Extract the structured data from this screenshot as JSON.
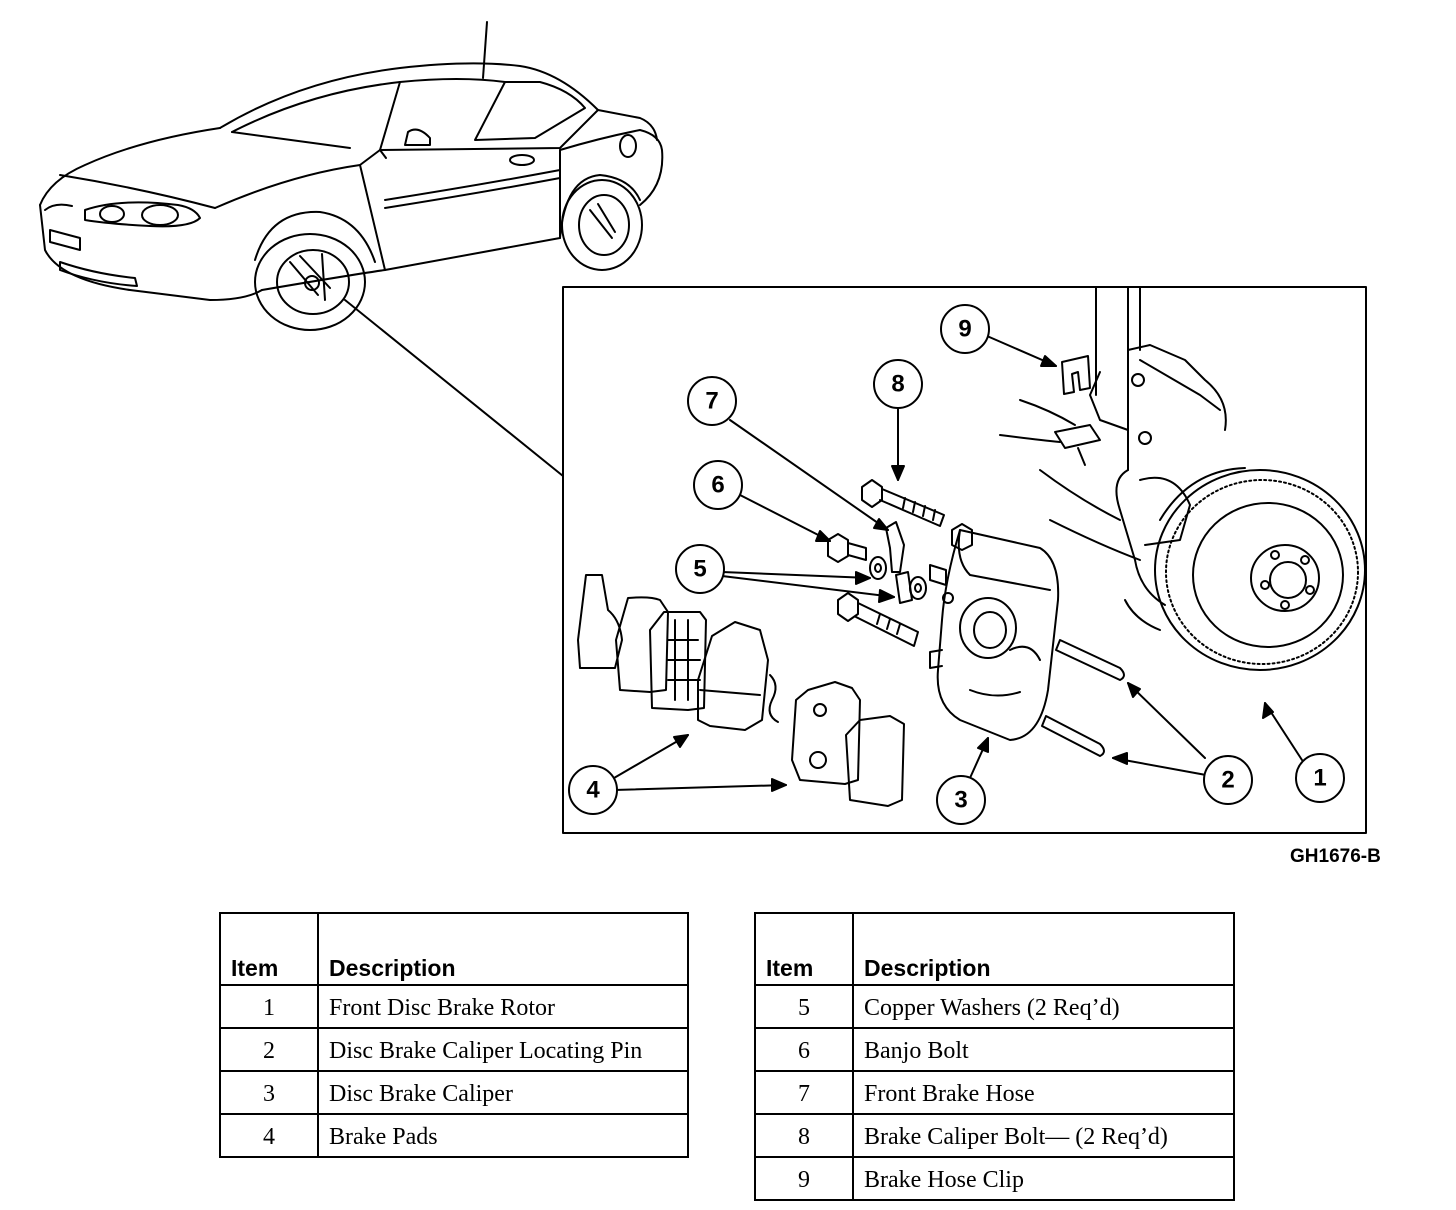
{
  "callouts": [
    "1",
    "2",
    "3",
    "4",
    "5",
    "6",
    "7",
    "8",
    "9"
  ],
  "figure_id": "GH1676-B",
  "legend_left": {
    "header_item": "Item",
    "header_description": "Description",
    "rows": [
      {
        "item": "1",
        "description": "Front Disc Brake Rotor"
      },
      {
        "item": "2",
        "description": "Disc Brake Caliper Locating Pin"
      },
      {
        "item": "3",
        "description": "Disc Brake Caliper"
      },
      {
        "item": "4",
        "description": "Brake Pads"
      }
    ]
  },
  "legend_right": {
    "header_item": "Item",
    "header_description": "Description",
    "rows": [
      {
        "item": "5",
        "description": "Copper Washers (2 Req’d)"
      },
      {
        "item": "6",
        "description": "Banjo Bolt"
      },
      {
        "item": "7",
        "description": "Front Brake Hose"
      },
      {
        "item": "8",
        "description": "Brake Caliper Bolt— (2 Req’d)"
      },
      {
        "item": "9",
        "description": "Brake Hose Clip"
      }
    ]
  }
}
